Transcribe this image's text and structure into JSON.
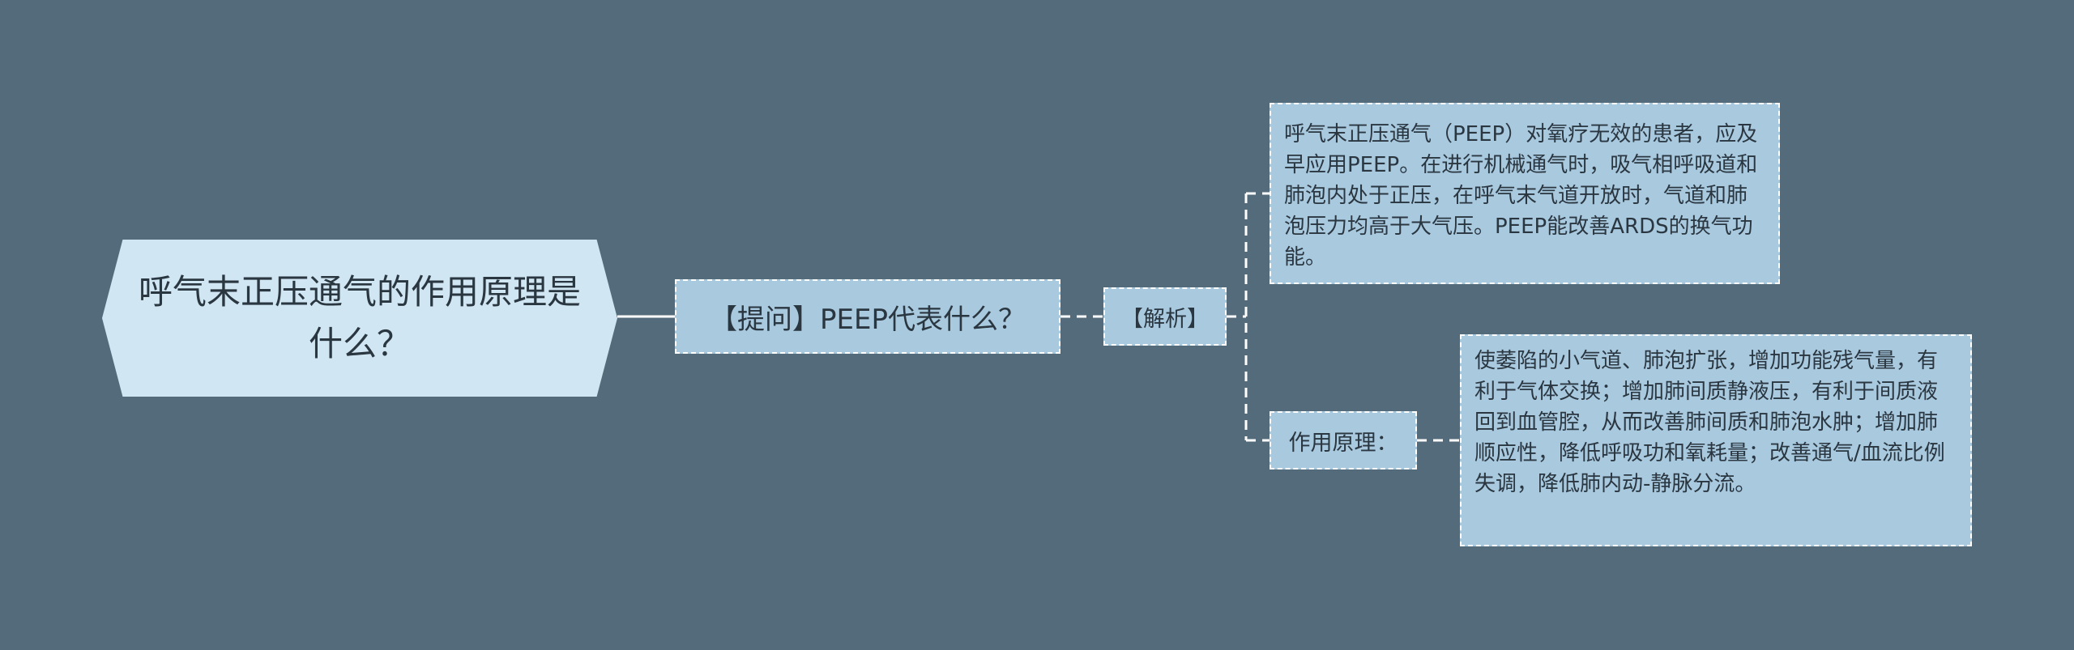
{
  "mindmap": {
    "root": {
      "label": "呼气末正压通气的作用原理是什么？"
    },
    "question": {
      "label": "【提问】PEEP代表什么？"
    },
    "analysis": {
      "label": "【解析】"
    },
    "peep_definition": {
      "text": "呼气末正压通气（PEEP）对氧疗无效的患者，应及早应用PEEP。在进行机械通气时，吸气相呼吸道和肺泡内处于正压，在呼气末气道开放时，气道和肺泡压力均高于大气压。PEEP能改善ARDS的换气功能。"
    },
    "mechanism": {
      "label": "作用原理：",
      "text": "使萎陷的小气道、肺泡扩张，增加功能残气量，有利于气体交换；增加肺间质静液压，有利于间质液回到血管腔，从而改善肺间质和肺泡水肿；增加肺顺应性，降低呼吸功和氧耗量；改善通气/血流比例失调，降低肺内动-静脉分流。"
    }
  },
  "colors": {
    "background": "#546b7b",
    "root_fill": "#d0e7f3",
    "node_fill": "#a9c9df",
    "connector": "#ffffff",
    "text": "#2a3640"
  }
}
